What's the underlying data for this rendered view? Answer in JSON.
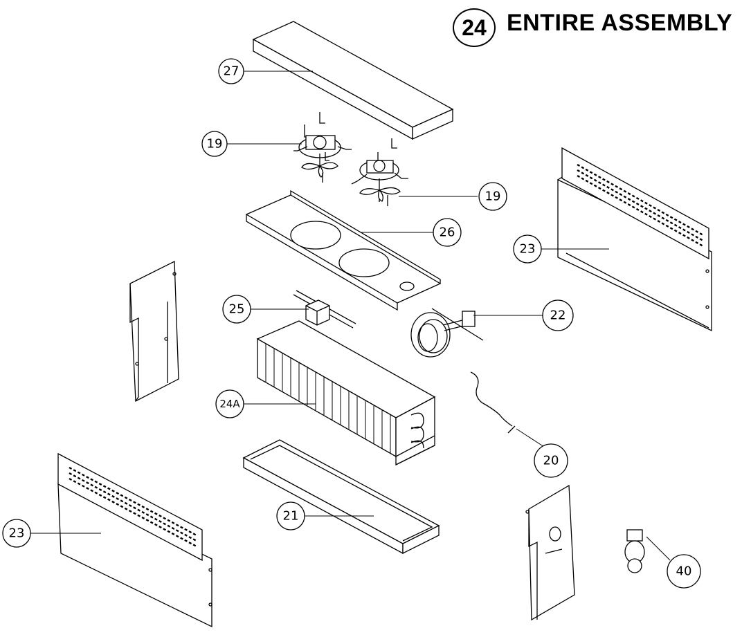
{
  "title": {
    "number": "24",
    "text": "ENTIRE ASSEMBLY"
  },
  "callouts": {
    "top_cover": "27",
    "fan_left": "19",
    "fan_right": "19",
    "fan_shroud": "26",
    "back_panel": "23",
    "front_panel": "23",
    "valve_block": "25",
    "expansion_valve": "22",
    "evaporator_coil": "24A",
    "sensor_wire": "20",
    "drain_pan": "21",
    "drain_fitting": "40"
  }
}
